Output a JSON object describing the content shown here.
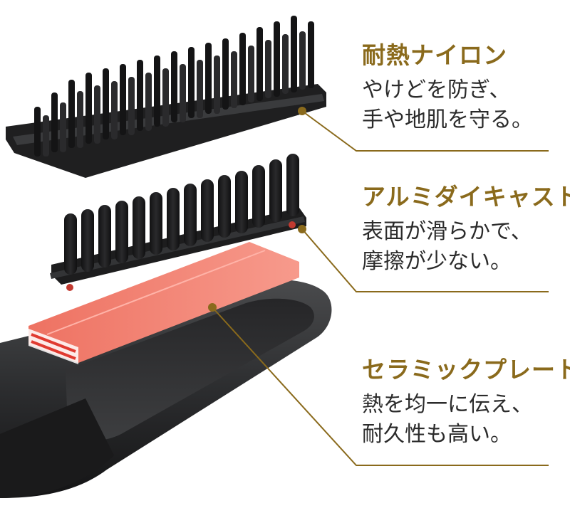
{
  "colors": {
    "accent": "#8a6a1c",
    "text": "#2b2b2b",
    "plastic_dark": "#1c1c1d",
    "plate_red": "#f08072"
  },
  "features": [
    {
      "title": "耐熱ナイロン",
      "description": "やけどを防ぎ、\n手や地肌を守る。"
    },
    {
      "title": "アルミダイキャスト",
      "description": "表面が滑らかで、\n摩擦が少ない。"
    },
    {
      "title": "セラミックプレート",
      "description": "熱を均一に伝え、\n耐久性も高い。"
    }
  ]
}
